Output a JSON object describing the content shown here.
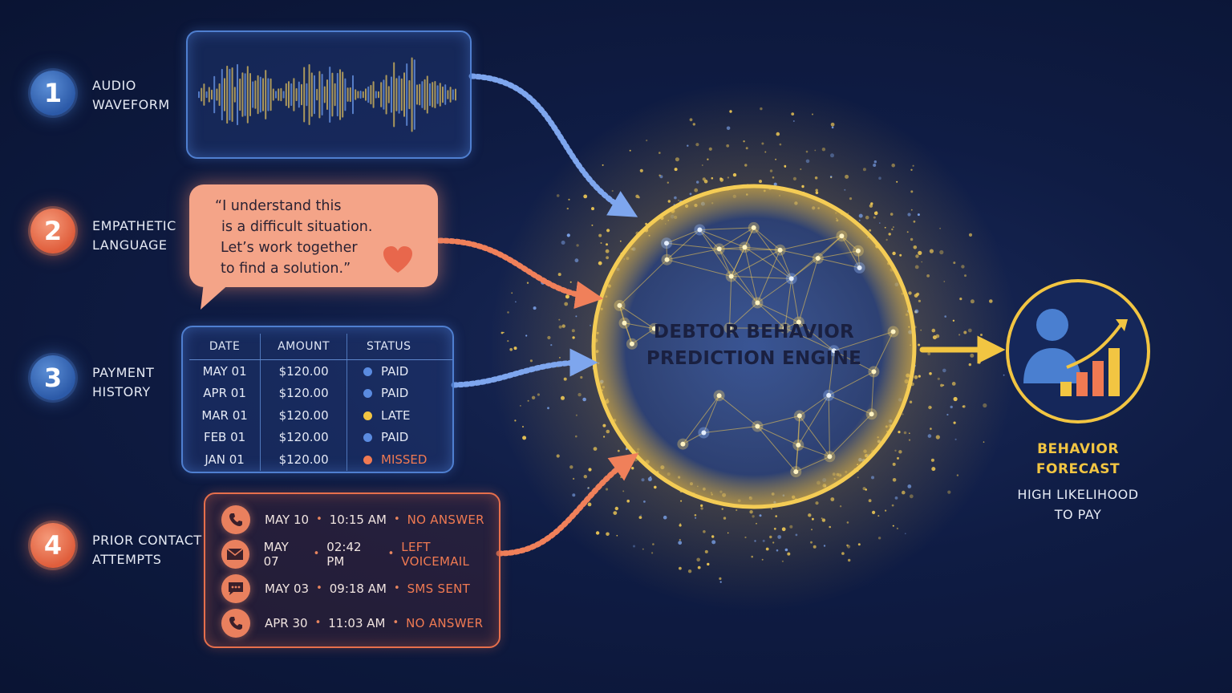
{
  "colors": {
    "background": "#0f1c44",
    "accent_blue": "#4f7fd0",
    "accent_orange": "#e66f4c",
    "engine_gold": "#f2c542",
    "paid": "#5a8be0",
    "late": "#f2c542",
    "missed": "#f07a52"
  },
  "steps": [
    {
      "number": "1",
      "label_line1": "AUDIO",
      "label_line2": "WAVEFORM"
    },
    {
      "number": "2",
      "label_line1": "EMPATHETIC",
      "label_line2": "LANGUAGE"
    },
    {
      "number": "3",
      "label_line1": "PAYMENT",
      "label_line2": "HISTORY"
    },
    {
      "number": "4",
      "label_line1": "PRIOR CONTACT",
      "label_line2": "ATTEMPTS"
    }
  ],
  "quote": {
    "line1": "“I understand this",
    "line2": "is a difficult situation.",
    "line3": "Let’s work together",
    "line4": "to find a solution.”",
    "icon": "heart-icon"
  },
  "payment_table": {
    "headers": [
      "DATE",
      "AMOUNT",
      "STATUS"
    ],
    "rows": [
      {
        "date": "MAY 01",
        "amount": "$120.00",
        "status": "PAID",
        "status_color": "#5a8be0"
      },
      {
        "date": "APR 01",
        "amount": "$120.00",
        "status": "PAID",
        "status_color": "#5a8be0"
      },
      {
        "date": "MAR 01",
        "amount": "$120.00",
        "status": "LATE",
        "status_color": "#f2c542"
      },
      {
        "date": "FEB 01",
        "amount": "$120.00",
        "status": "PAID",
        "status_color": "#5a8be0"
      },
      {
        "date": "JAN 01",
        "amount": "$120.00",
        "status": "MISSED",
        "status_color": "#f07a52"
      }
    ]
  },
  "contacts": [
    {
      "icon": "phone-icon",
      "date": "MAY 10",
      "time": "10:15 AM",
      "outcome": "NO ANSWER"
    },
    {
      "icon": "mail-icon",
      "date": "MAY 07",
      "time": "02:42 PM",
      "outcome": "LEFT VOICEMAIL"
    },
    {
      "icon": "sms-icon",
      "date": "MAY 03",
      "time": "09:18 AM",
      "outcome": "SMS SENT"
    },
    {
      "icon": "phone-icon",
      "date": "APR 30",
      "time": "11:03 AM",
      "outcome": "NO ANSWER"
    }
  ],
  "engine": {
    "line1": "DEBTOR BEHAVIOR",
    "line2": "PREDICTION ENGINE"
  },
  "forecast": {
    "title_line1": "BEHAVIOR",
    "title_line2": "FORECAST",
    "sub_line1": "HIGH LIKELIHOOD",
    "sub_line2": "TO PAY",
    "icon": "person-growth-chart-icon"
  }
}
